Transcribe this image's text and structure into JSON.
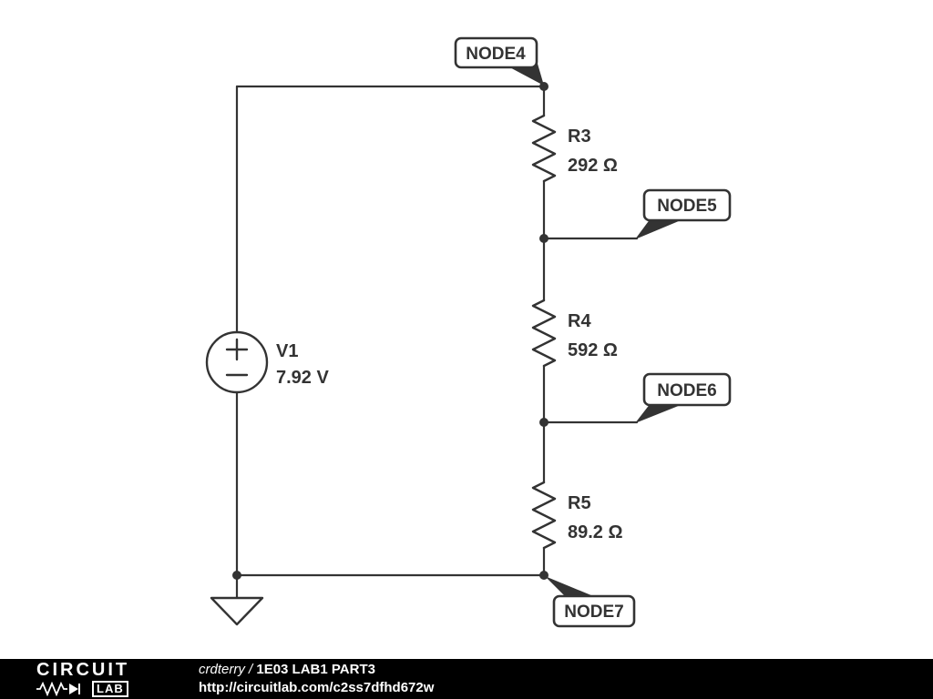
{
  "schematic": {
    "node_labels": {
      "node4": "NODE4",
      "node5": "NODE5",
      "node6": "NODE6",
      "node7": "NODE7"
    },
    "components": {
      "v1": {
        "designator": "V1",
        "value": "7.92 V"
      },
      "r3": {
        "designator": "R3",
        "value": "292 Ω"
      },
      "r4": {
        "designator": "R4",
        "value": "592 Ω"
      },
      "r5": {
        "designator": "R5",
        "value": "89.2 Ω"
      }
    },
    "colors": {
      "stroke": "#333333",
      "background": "#ffffff"
    }
  },
  "footer": {
    "logo": {
      "circuit": "CIRCUIT",
      "lab": "LAB"
    },
    "author": "crdterry /",
    "title": "1E03 LAB1 PART3",
    "url": "http://circuitlab.com/c2ss7dfhd672w",
    "background": "#000000"
  }
}
